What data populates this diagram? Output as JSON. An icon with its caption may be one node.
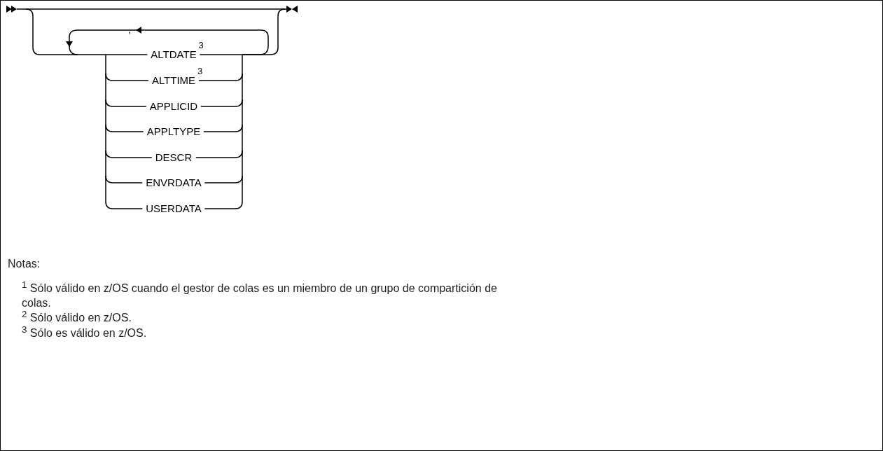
{
  "diagram": {
    "nodes": [
      {
        "text": [
          "ALTDATE"
        ],
        "beside": [
          "3"
        ]
      },
      {
        "text": [
          "ALTTIME"
        ],
        "beside": [
          "3"
        ]
      },
      {
        "text": [
          "APPLICID"
        ]
      },
      {
        "text": [
          "APPLTYPE"
        ]
      },
      {
        "text": [
          "DESCR"
        ]
      },
      {
        "text": [
          "ENVRDATA"
        ]
      },
      {
        "text": [
          "USERDATA"
        ]
      }
    ],
    "edges": [],
    "labels": [
      ",",
      "Notas:",
      "$^{1}$ Sólo válido en z/OS cuando el gestor de colas es un miembro de un grupo de compartición de colas.",
      "$^{2}$ Sólo válido en z/OS.",
      "$^{3}$ Sólo es válido en z/OS."
    ]
  }
}
